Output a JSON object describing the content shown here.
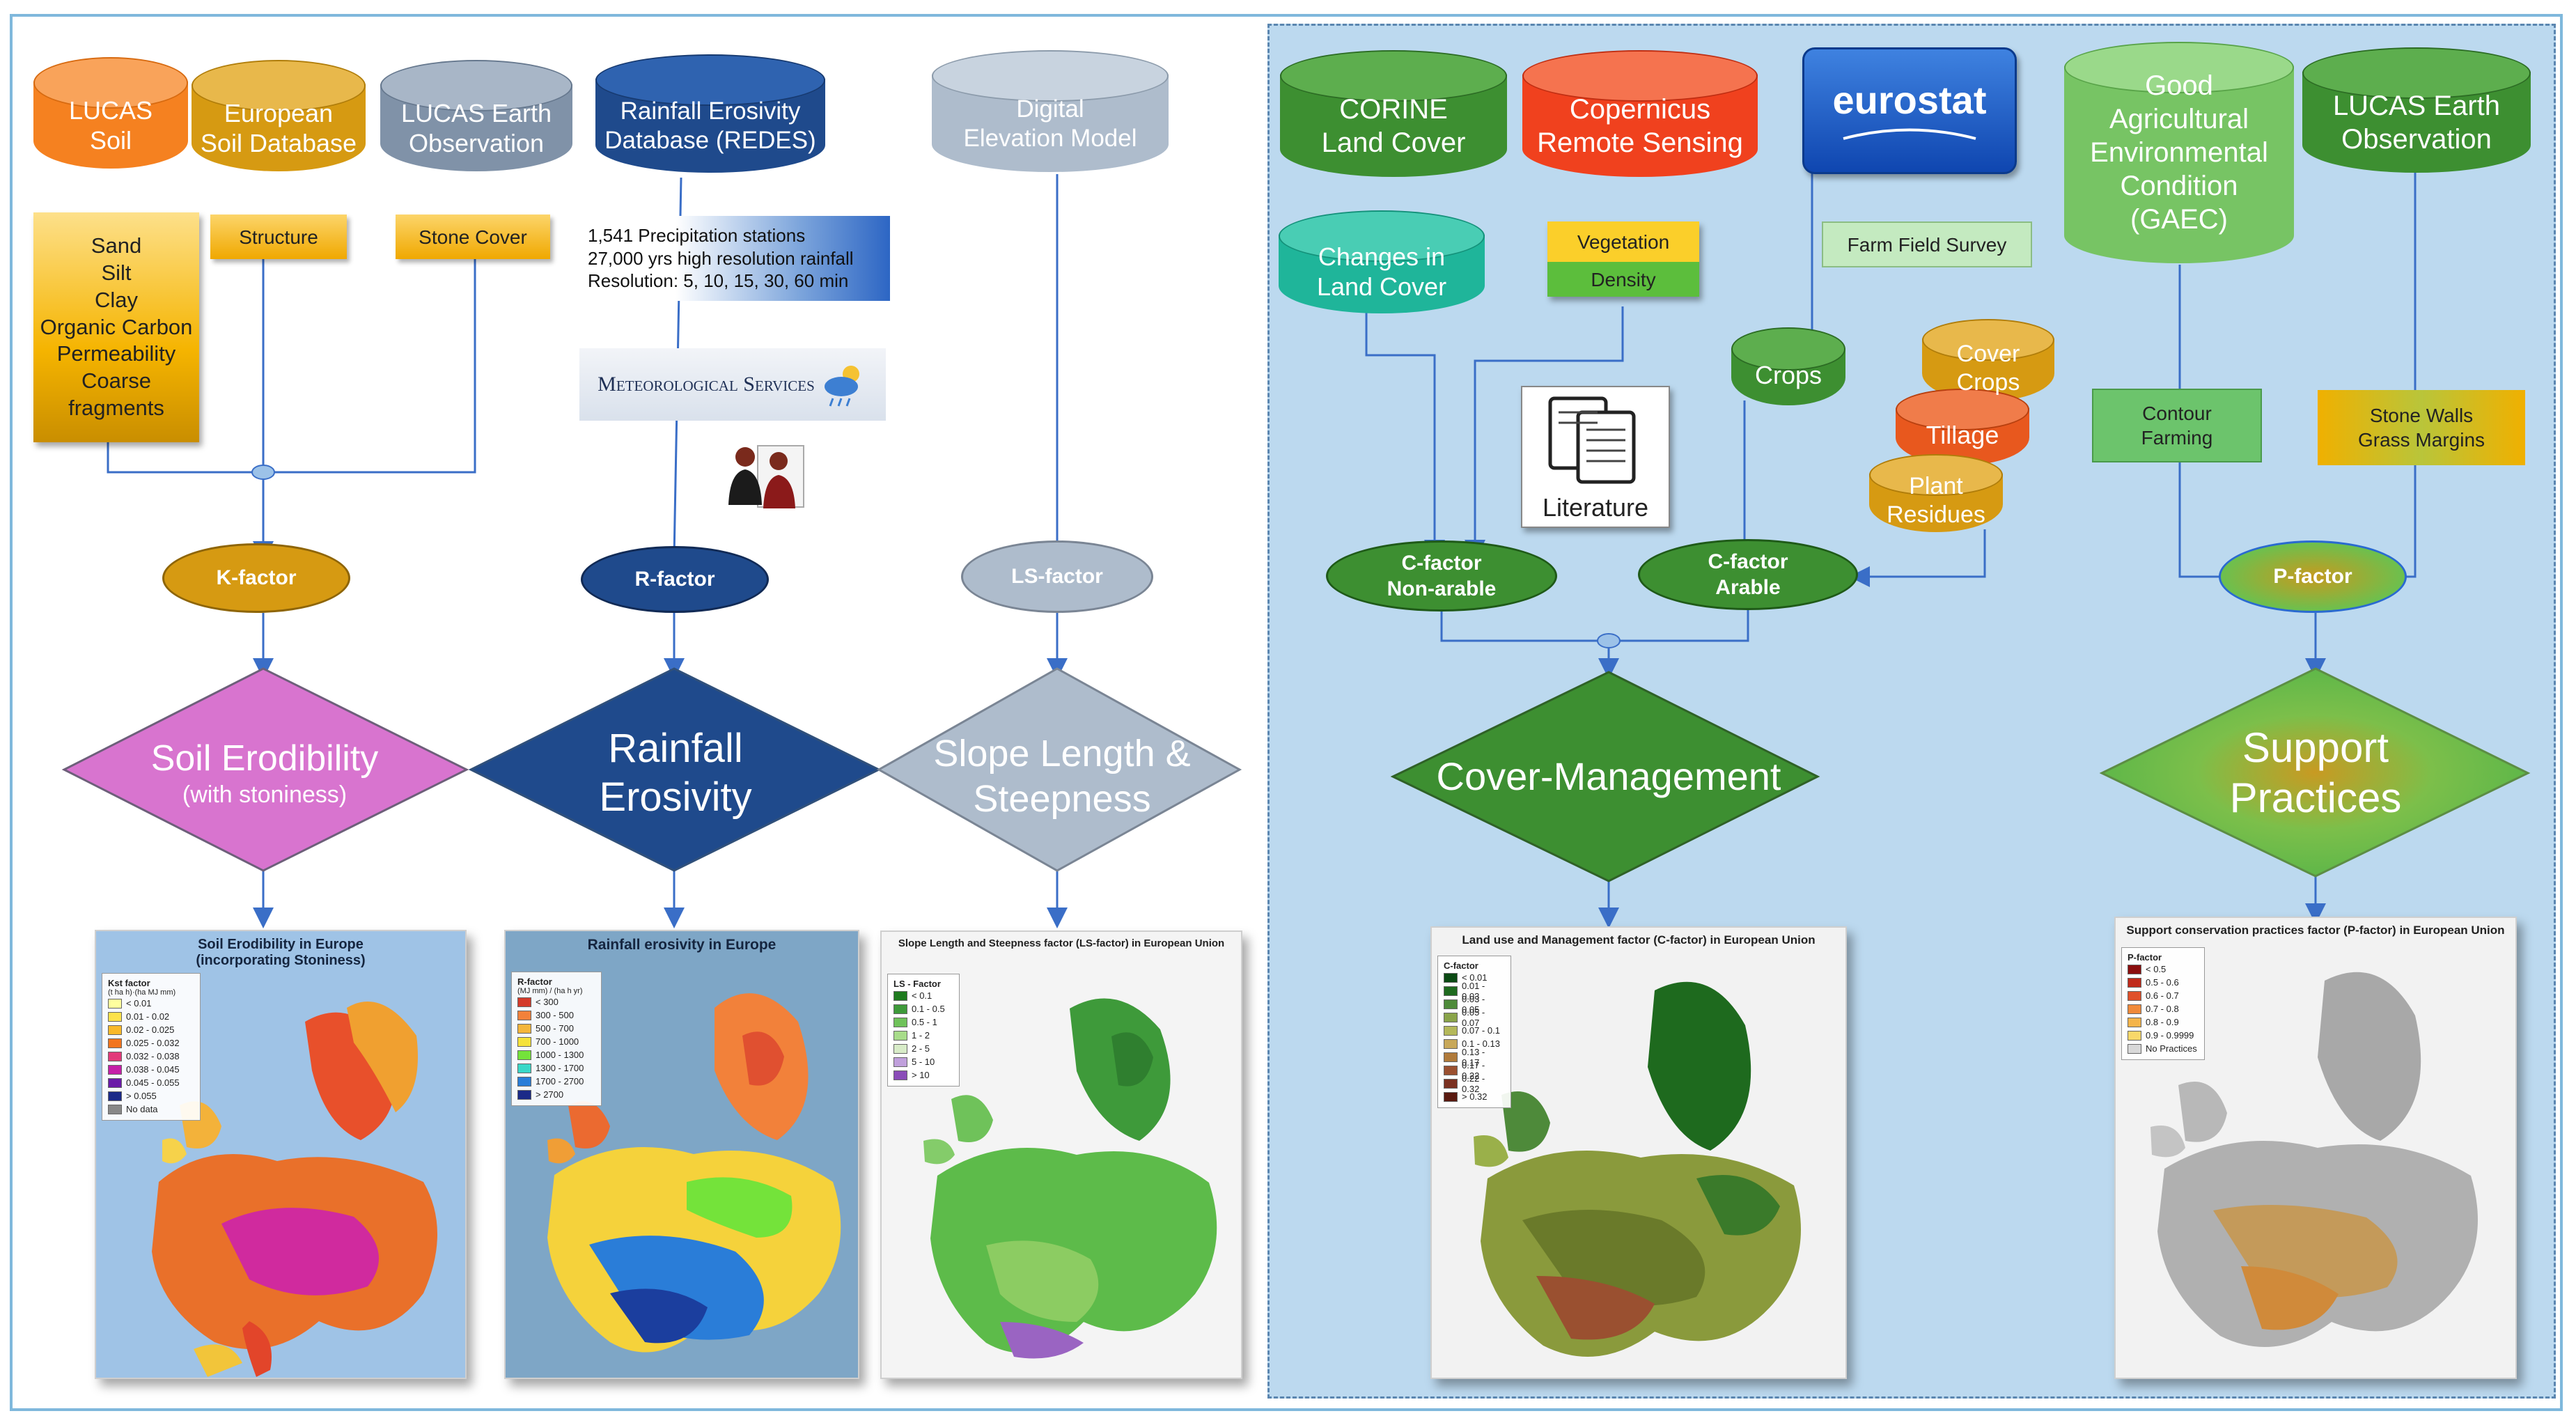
{
  "left": {
    "sources": {
      "lucas_soil": "LUCAS\nSoil",
      "esdb": "European\nSoil Database",
      "lucas_eo": "LUCAS Earth\nObservation",
      "redes": "Rainfall Erosivity\nDatabase (REDES)",
      "dem": "Digital\nElevation Model"
    },
    "soil_props": [
      "Sand",
      "Silt",
      "Clay",
      "Organic Carbon",
      "Permeability",
      "Coarse",
      "fragments"
    ],
    "structure": "Structure",
    "stone_cover": "Stone Cover",
    "redes_info": [
      "1,541 Precipitation stations",
      "27,000 yrs high resolution rainfall",
      "Resolution: 5, 10, 15, 30, 60 min"
    ],
    "met_services": "Meteorological Services",
    "factors": {
      "k": "K-factor",
      "r": "R-factor",
      "ls": "LS-factor"
    },
    "diamonds": {
      "soil_title": "Soil Erodibility",
      "soil_sub": "(with stoniness)",
      "rain_title": "Rainfall\nErosivity",
      "slope_title": "Slope Length &\nSteepness"
    },
    "maps": {
      "k_title": "Soil Erodibility in Europe\n(incorporating Stoniness)",
      "k_legend_title": "Kst factor",
      "k_legend_unit": "(t ha h)·(ha MJ mm)",
      "k_legend": [
        "< 0.01",
        "0.01 - 0.02",
        "0.02 - 0.025",
        "0.025 - 0.032",
        "0.032 - 0.038",
        "0.038 - 0.045",
        "0.045 - 0.055",
        "> 0.055",
        "No data"
      ],
      "r_title": "Rainfall erosivity in Europe",
      "r_legend_title": "R-factor",
      "r_legend_unit": "(MJ mm) / (ha h yr)",
      "r_legend": [
        "< 300",
        "300 - 500",
        "500 - 700",
        "700 - 1000",
        "1000 - 1300",
        "1300 - 1700",
        "1700 - 2700",
        "> 2700"
      ],
      "ls_title": "Slope Length and Steepness factor (LS-factor) in European Union",
      "ls_legend_title": "LS - Factor",
      "ls_legend": [
        "< 0.1",
        "0.1 - 0.5",
        "0.5 - 1",
        "1 - 2",
        "2 - 5",
        "5 - 10",
        "> 10"
      ]
    }
  },
  "right": {
    "sources": {
      "corine": "CORINE\nLand Cover",
      "copernicus": "Copernicus\nRemote Sensing",
      "eurostat": "eurostat",
      "gaec": "Good\nAgricultural\nEnvironmental\nCondition\n(GAEC)",
      "lucas_eo": "LUCAS Earth\nObservation"
    },
    "changes": "Changes in\nLand Cover",
    "vegetation": "Vegetation",
    "density": "Density",
    "farm_survey": "Farm Field Survey",
    "crops": "Crops",
    "cover_crops": "Cover\nCrops",
    "tillage": "Tillage",
    "plant_residues": "Plant\nResidues",
    "literature": "Literature",
    "contour": "Contour\nFarming",
    "stone_walls": "Stone Walls\nGrass Margins",
    "factors": {
      "c_nonarable": "C-factor\nNon-arable",
      "c_arable": "C-factor\nArable",
      "p": "P-factor"
    },
    "diamonds": {
      "cover": "Cover-Management",
      "support": "Support\nPractices"
    },
    "maps": {
      "c_title": "Land use and Management factor (C-factor) in European Union",
      "c_legend_title": "C-factor",
      "c_legend": [
        "< 0.01",
        "0.01 - 0.03",
        "0.03 - 0.05",
        "0.05 - 0.07",
        "0.07 - 0.1",
        "0.1 - 0.13",
        "0.13 - 0.17",
        "0.17 - 0.22",
        "0.22 - 0.32",
        "> 0.32"
      ],
      "p_title": "Support conservation practices factor (P-factor) in European Union",
      "p_legend_title": "P-factor",
      "p_legend": [
        "< 0.5",
        "0.5 - 0.6",
        "0.6 - 0.7",
        "0.7 - 0.8",
        "0.8 - 0.9",
        "0.9 - 0.9999",
        "No Practices"
      ]
    }
  },
  "colors": {
    "orange": "#f58120",
    "gold": "#d69a12",
    "slate": "#8092a8",
    "navy": "#1f4a8c",
    "lightslate": "#aebccc",
    "green": "#3d8f31",
    "red": "#f0411e",
    "teal": "#1fb59a",
    "lightgreen": "#77c464",
    "magenta": "#d874cf",
    "arrow": "#3a6ec7"
  }
}
